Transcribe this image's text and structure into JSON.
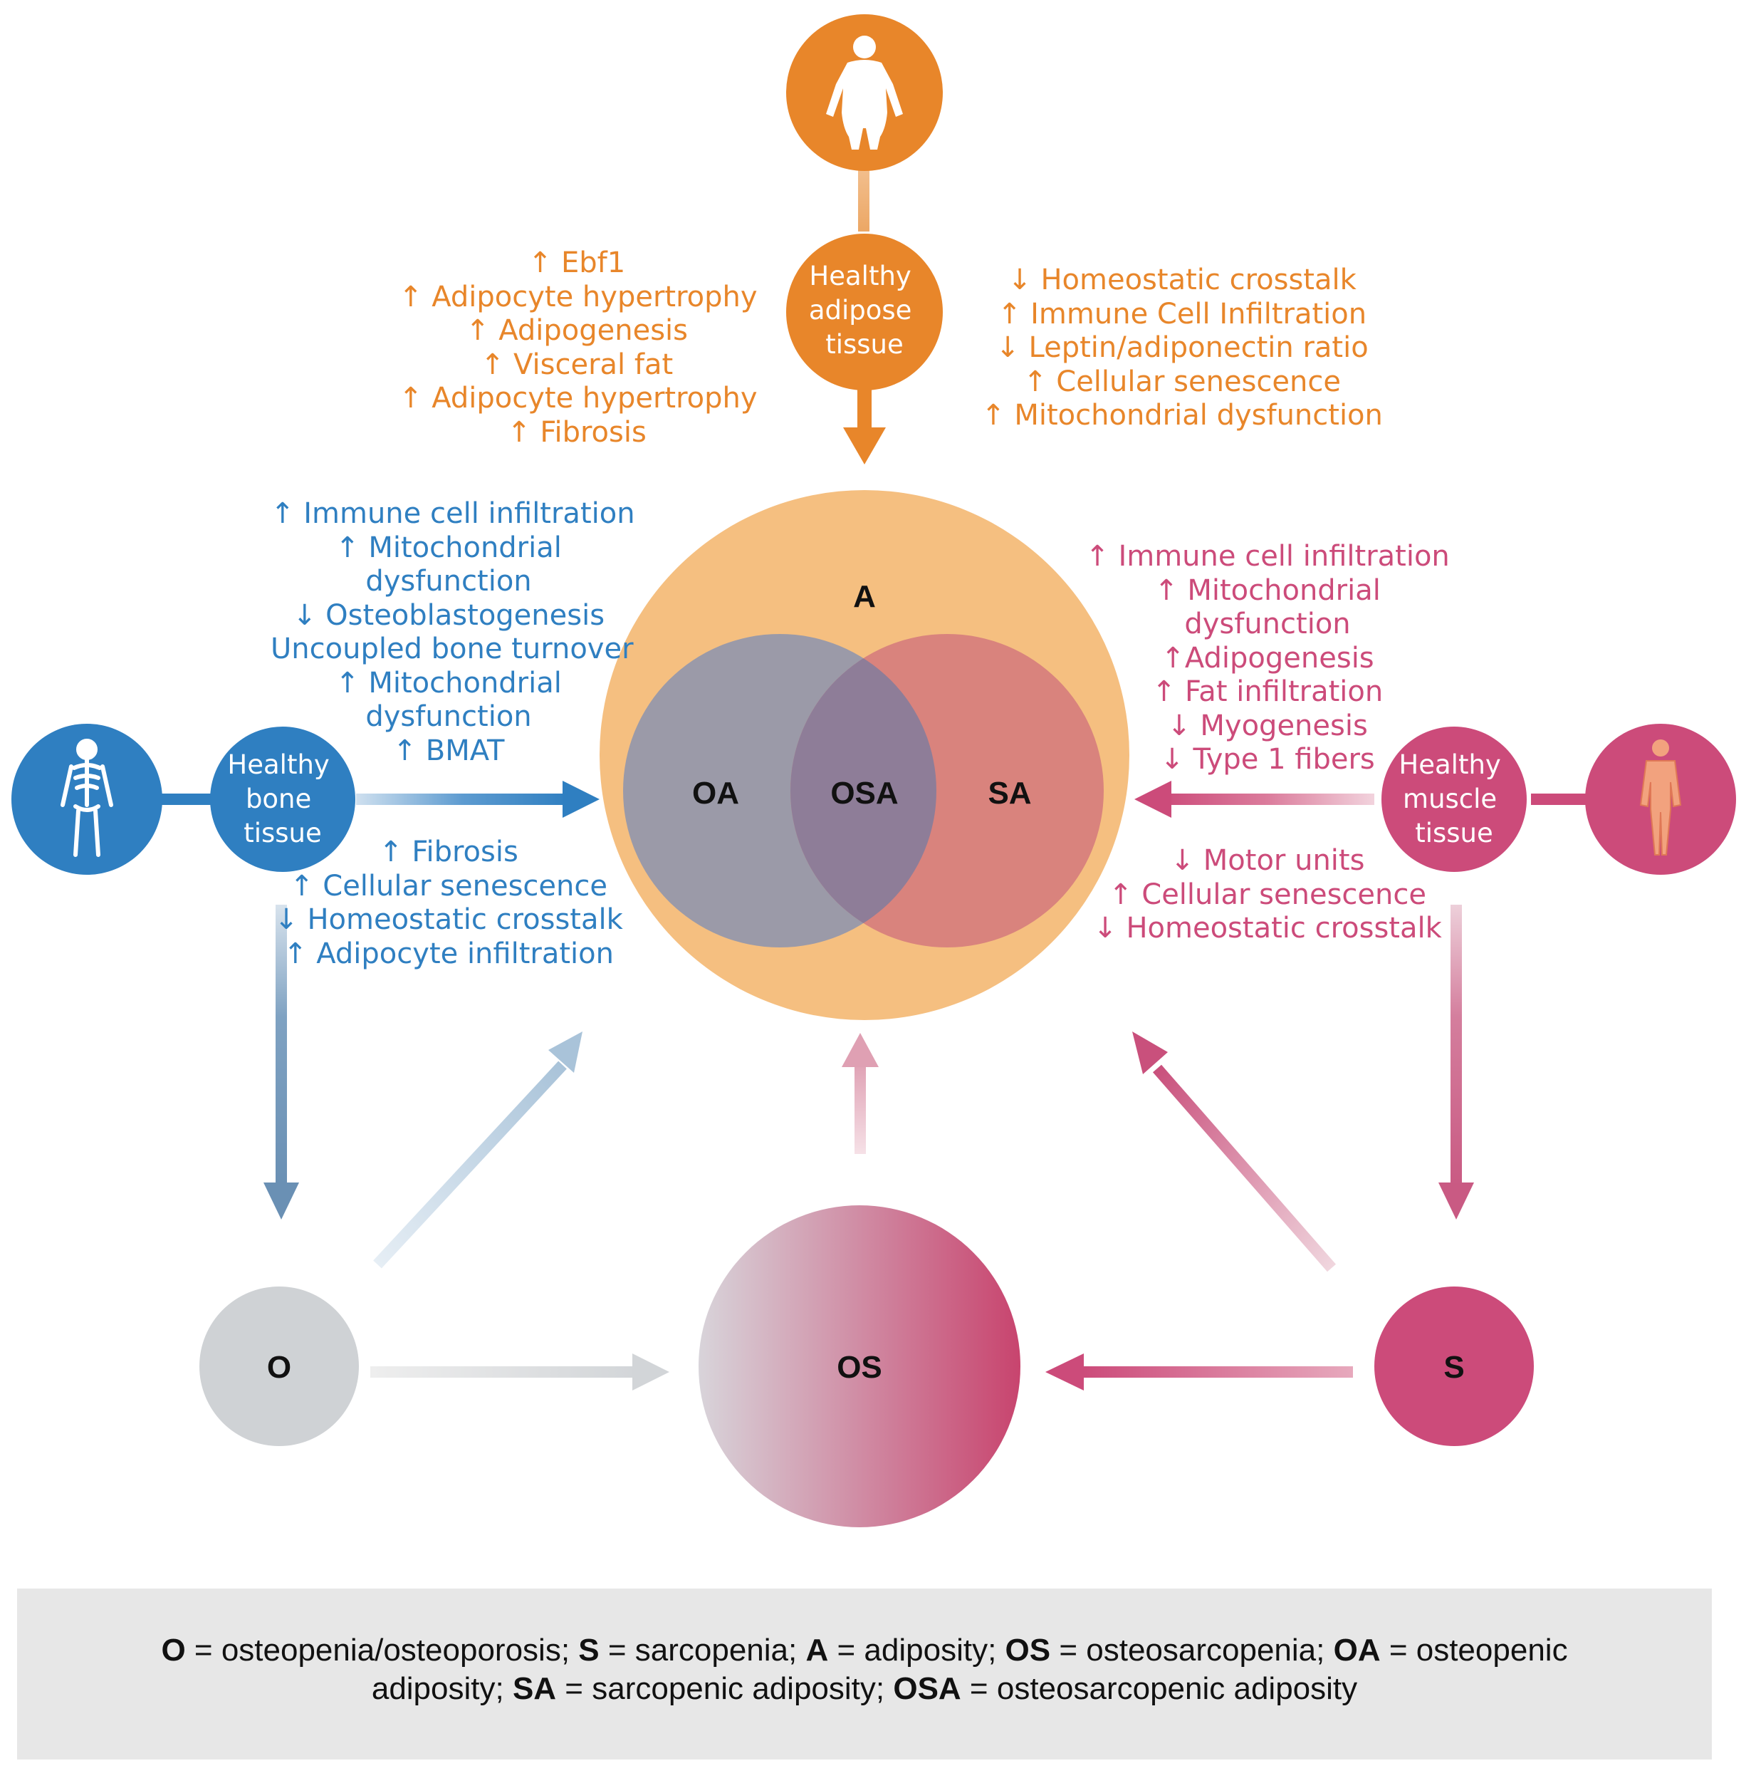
{
  "nodes": {
    "healthy_adipose": "Healthy adipose tissue",
    "healthy_bone": "Healthy bone tissue",
    "healthy_muscle": "Healthy muscle tissue",
    "A": "A",
    "OA": "OA",
    "OSA": "OSA",
    "SA": "SA",
    "O": "O",
    "OS": "OS",
    "S": "S"
  },
  "lists": {
    "adipose_left": [
      "↑ Ebf1",
      "↑ Adipocyte hypertrophy",
      "↑ Adipogenesis",
      "↑ Visceral fat",
      "↑ Adipocyte hypertrophy",
      "↑ Fibrosis"
    ],
    "adipose_right": [
      "↓ Homeostatic crosstalk",
      "↑ Immune Cell Infiltration",
      "↓ Leptin/adiponectin ratio",
      "↑ Cellular senescence",
      "↑ Mitochondrial dysfunction"
    ],
    "bone_upper": [
      "↑ Immune cell infiltration",
      "↑ Mitochondrial",
      "dysfunction",
      "↓ Osteoblastogenesis",
      "Uncoupled bone turnover",
      "↑ Mitochondrial",
      "dysfunction",
      "↑ BMAT"
    ],
    "bone_lower": [
      "↑ Fibrosis",
      "↑ Cellular senescence",
      "↓ Homeostatic crosstalk",
      "↑ Adipocyte infiltration"
    ],
    "muscle_upper": [
      "↑ Immune cell infiltration",
      "↑ Mitochondrial",
      "dysfunction",
      "↑Adipogenesis",
      "↑ Fat infiltration",
      "↓ Myogenesis",
      "↓ Type 1 fibers"
    ],
    "muscle_lower": [
      "↓ Motor units",
      "↑ Cellular senescence",
      "↓ Homeostatic crosstalk"
    ]
  },
  "legend": [
    {
      "abbr": "O",
      "text": " = osteopenia/osteoporosis; "
    },
    {
      "abbr": "S",
      "text": " = sarcopenia; "
    },
    {
      "abbr": "A",
      "text": " = adiposity; "
    },
    {
      "abbr": "OS",
      "text": " = osteosarcopenia; "
    },
    {
      "abbr": "OA",
      "text": " = osteopenic adiposity; "
    },
    {
      "abbr": "SA",
      "text": " = sarcopenic adiposity; "
    },
    {
      "abbr": "OSA",
      "text": " = osteosarcopenic adiposity"
    }
  ],
  "colors": {
    "adipose": "#e8862a",
    "adipose_light": "#f5bf80",
    "bone": "#2f7fc1",
    "muscle": "#cc4b7a",
    "oa": "#9b9aa8",
    "sa": "#d9837d",
    "osa": "#8e7d98",
    "o_gray": "#cfd2d5"
  },
  "icons": [
    "human-figure-icon",
    "skeleton-icon",
    "muscle-figure-icon"
  ]
}
